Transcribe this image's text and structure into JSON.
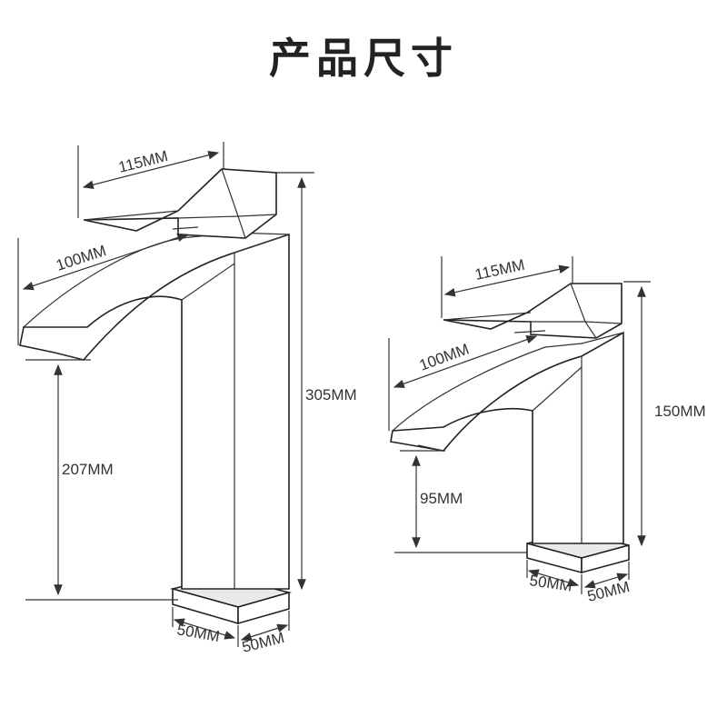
{
  "title": "产品尺寸",
  "tall_faucet": {
    "handle_length": "115MM",
    "spout_length": "100MM",
    "total_height": "305MM",
    "spout_height": "207MM",
    "base_width": "50MM",
    "base_depth": "50MM"
  },
  "short_faucet": {
    "handle_length": "115MM",
    "spout_length": "100MM",
    "total_height": "150MM",
    "spout_height": "95MM",
    "base_width": "50MM",
    "base_depth": "50MM"
  },
  "colors": {
    "line": "#333333",
    "background": "#ffffff"
  }
}
